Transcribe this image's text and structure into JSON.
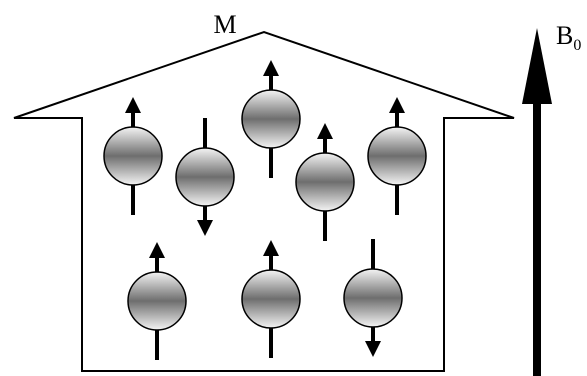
{
  "labels": {
    "magnetization": "M",
    "field_base": "B",
    "field_sub": "0"
  },
  "spins": [
    {
      "direction": "up"
    },
    {
      "direction": "down"
    },
    {
      "direction": "up"
    },
    {
      "direction": "up"
    },
    {
      "direction": "up"
    },
    {
      "direction": "up"
    },
    {
      "direction": "up"
    },
    {
      "direction": "down"
    }
  ],
  "colors": {
    "outline": "#000000",
    "sphere_light": "#f4f4f4",
    "sphere_dark": "#6e6e6e"
  }
}
